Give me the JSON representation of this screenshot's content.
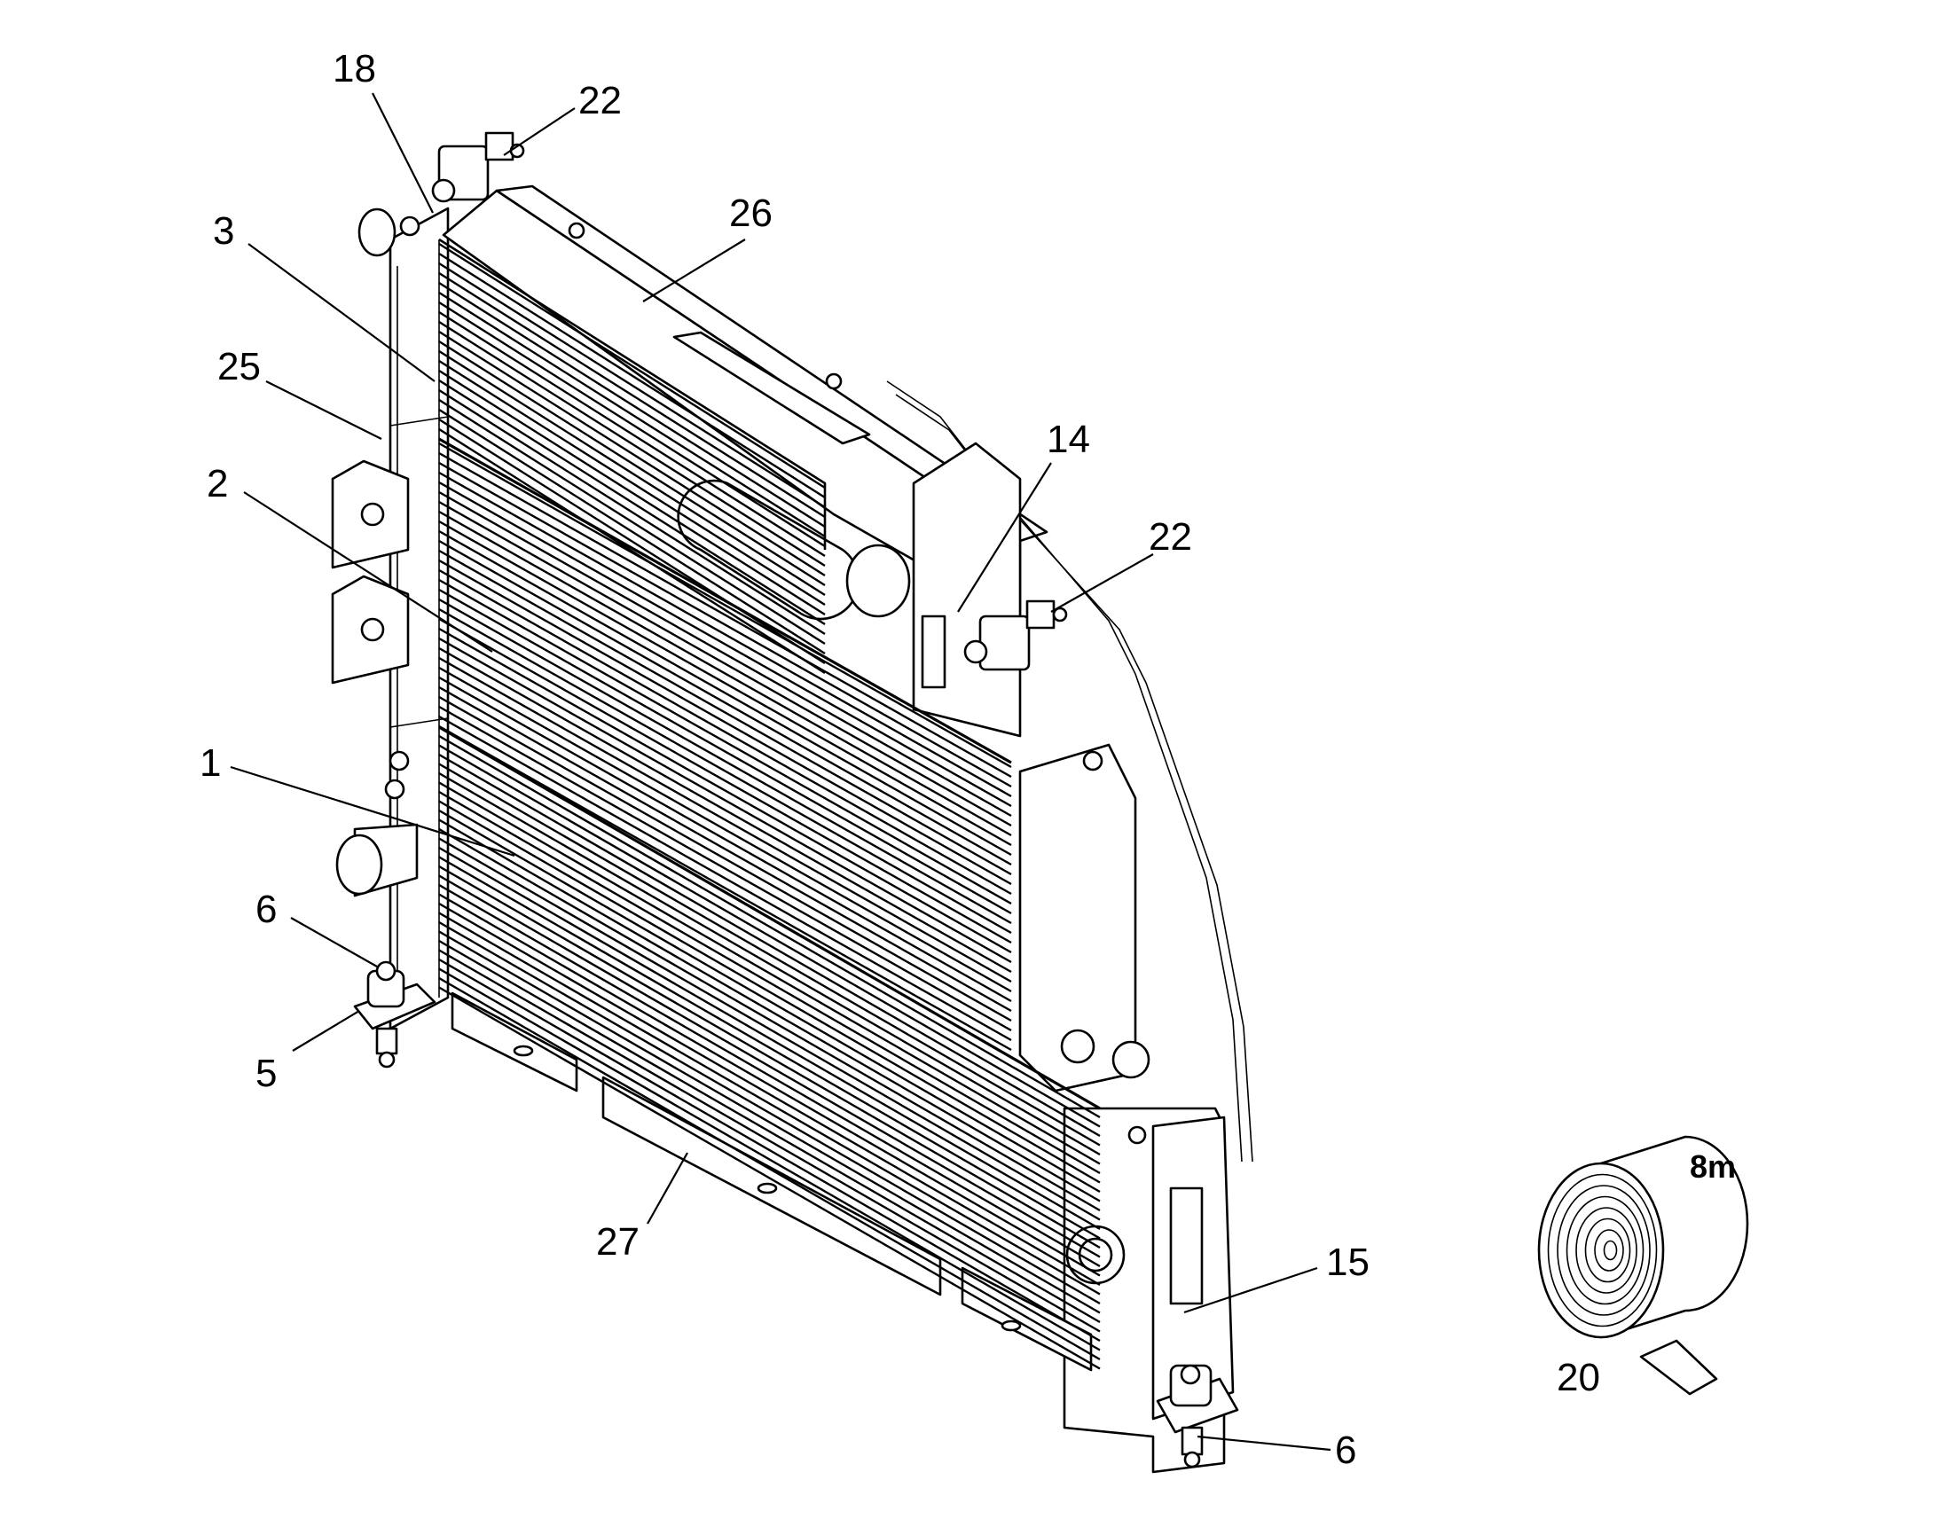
{
  "callouts": {
    "c18": "18",
    "c22_top": "22",
    "c26": "26",
    "c3": "3",
    "c25": "25",
    "c2": "2",
    "c14": "14",
    "c22_right": "22",
    "c1": "1",
    "c6_left": "6",
    "c5": "5",
    "c27": "27",
    "c15": "15",
    "c6_bottom": "6",
    "c20": "20"
  },
  "tape": {
    "length_label": "8m"
  },
  "colors": {
    "line": "#000000",
    "background": "#ffffff"
  }
}
